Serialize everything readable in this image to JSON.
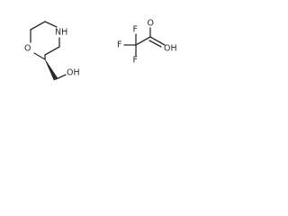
{
  "molecule_1": {
    "nh": "NH",
    "o_ring": "O",
    "oh": "OH"
  },
  "molecule_2": {
    "f_top": "F",
    "f_left": "F",
    "f_bottom": "F",
    "o_carbonyl": "O",
    "oh": "OH"
  }
}
